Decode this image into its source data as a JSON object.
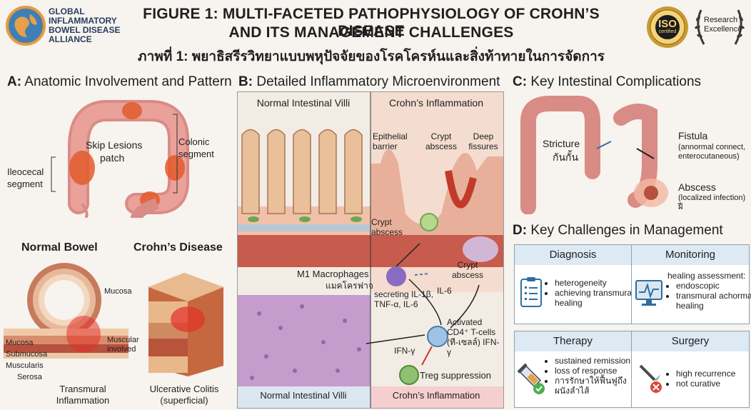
{
  "header": {
    "logo_text": "GLOBAL INFLAMMATORY BOWEL DISEASE ALLIANCE",
    "title_line1": "FIGURE 1: MULTI-FACETED PATHOPHYSIOLOGY OF CROHN’S DISEASE",
    "title_line2": "AND ITS MANAGEMENT CHALLENGES",
    "title_thai": "ภาพที่ 1: พยาธิสรีรวิทยาแบบพหุปัจจัยของโรคโครห์นและสิ่งท้าทายในการจัดการ",
    "iso_badge": "ISO",
    "iso_sub": "certified",
    "research_badge": "Research Excellence"
  },
  "panel_a": {
    "title_prefix": "A:",
    "title": "Anatomic Involvement and Pattern",
    "skip_lesions": "Skip Lesions",
    "patch": "patch",
    "colonic_segment": "Colonic segment",
    "ileocecal_segment": "Ileocecal segment",
    "normal_bowel": "Normal Bowel",
    "crohns_disease": "Crohn’s Disease",
    "mucosa_top": "Mucosa",
    "layers": [
      "Mucosa",
      "Submucosa",
      "Muscularis",
      "Serosa"
    ],
    "muscular_involved": "Muscular involved",
    "transmural": "Transmural Inflammation",
    "uc_label": "Ulcerative Colitis (superficial)"
  },
  "panel_b": {
    "title_prefix": "B:",
    "title": "Detailed Inflammatory Microenvironment",
    "col_left": "Normal Intestinal Villi",
    "col_right": "Crohn’s Inflammation",
    "epithelial_barrier": "Epithelial barrier",
    "crypt_abscess_top": "Crypt abscess",
    "deep_fissures": "Deep fissures",
    "crypt_abscess_mid": "Crypt abscess",
    "crypt_abscess_right": "Crypt abscess",
    "m1_macrophages": "M1 Macrophages",
    "m1_thai": "แมคโครฟาจ",
    "secreting": "secreting IL-1β, TNF-α, IL-6",
    "il6": "IL-6",
    "activated": "Activated CD4⁺ T-cells (ที-เซลล์) IFN-γ",
    "ifn": "IFN-γ",
    "treg": "Treg suppression",
    "foot_left": "Normal Intestinal Villi",
    "foot_right": "Crohn’s Inflammation"
  },
  "panel_c": {
    "title_prefix": "C:",
    "title": "Key Intestinal Complications",
    "stricture": "Stricture",
    "stricture_thai": "กันกั้น",
    "fistula": "Fistula",
    "fistula_sub": "(annormal connect, enterocutaneous)",
    "abscess": "Abscess",
    "abscess_sub": "(localized infection)",
    "abscess_thai": "ฝี"
  },
  "panel_d": {
    "title_prefix": "D:",
    "title": "Key Challenges in Management",
    "diagnosis": {
      "head": "Diagnosis",
      "items": [
        "heterogeneity",
        "achieving transmural healing"
      ]
    },
    "monitoring": {
      "head": "Monitoring",
      "intro": "healing assessment:",
      "items": [
        "endoscopic",
        "transmural achormai healing"
      ]
    },
    "therapy": {
      "head": "Therapy",
      "items": [
        "sustained remission",
        "loss of response",
        "การรักษาให้ฟื้นฟูถึงผนังลำไส้"
      ]
    },
    "surgery": {
      "head": "Surgery",
      "items": [
        "high recurrence",
        "not curative"
      ]
    }
  }
}
